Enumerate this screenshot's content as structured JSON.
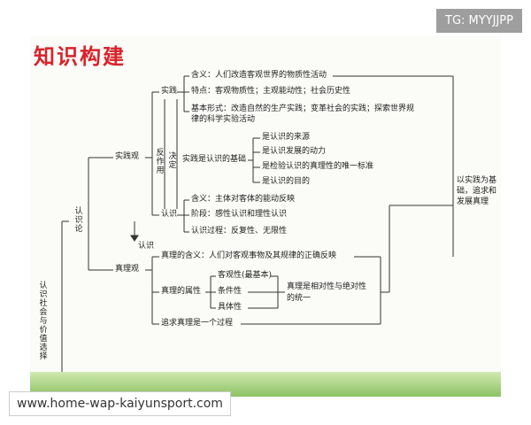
{
  "watermark": "TG: MYYJJPP",
  "footer_url": "www.home-wap-kaiyunsport.com",
  "title": "知识构建",
  "colors": {
    "title": "#d8232a",
    "line": "#333333"
  },
  "nodes": {
    "root": "认识社会与价值选择",
    "renshilun": "认识论",
    "shijianguan": "实践观",
    "shijian": "实践",
    "hanyi": "含义：人们改造客观世界的物质性活动",
    "tedian": "特点：客观物质性；主观能动性；社会历史性",
    "jiben1": "基本形式：改造自然的生产实践；变革社会的实践；探索世界规",
    "jiben2": "律的科学实验活动",
    "fanzuoyong": "反作用",
    "jueding": "决定",
    "jichu": "实践是认识的基础",
    "ji1": "是认识的来源",
    "ji2": "是认识发展的动力",
    "ji3": "是检验认识的真理性的唯一标准",
    "ji4": "是认识的目的",
    "renshi": "认识",
    "rs1": "含义：主体对客体的能动反映",
    "rs2": "阶段：感性认识和理性认识",
    "rs3": "认识过程：反复性、无限性",
    "renshi_arrow": "认识",
    "zhenliguan": "真理观",
    "zl_hanyi": "真理的含义：人们对客观事物及其规律的正确反映",
    "zl_shuxing": "真理的属性",
    "kg": "客观性(最基本)",
    "tj": "条件性",
    "jt": "具体性",
    "xd1": "真理是相对性与绝对性",
    "xd2": "的统一",
    "zhuiqiu": "追求真理是一个过程",
    "right1": "以实践为基",
    "right2": "础，追求和",
    "right3": "发展真理"
  }
}
